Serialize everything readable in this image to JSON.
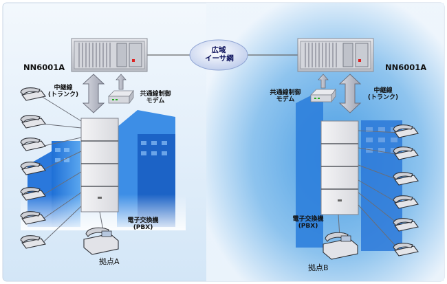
{
  "wan": {
    "line1": "広域",
    "line2": "イーサ網"
  },
  "site_a": {
    "device": "NN6001A",
    "trunk_line1": "中継線",
    "trunk_line2": "(トランク)",
    "modem_line1": "共通線制御",
    "modem_line2": "モデム",
    "pbx_line1": "電子交換機",
    "pbx_line2": "(PBX)",
    "name": "拠点A"
  },
  "site_b": {
    "device": "NN6001A",
    "trunk_line1": "中継線",
    "trunk_line2": "(トランク)",
    "modem_line1": "共通線制御",
    "modem_line2": "モデム",
    "pbx_line1": "電子交換機",
    "pbx_line2": "(PBX)",
    "name": "拠点B"
  },
  "colors": {
    "bg_light": "#e6f1fb",
    "bg_blue": "#4aa0e0",
    "building": "#1f6fd0",
    "arrow": "#b9bbc6"
  }
}
